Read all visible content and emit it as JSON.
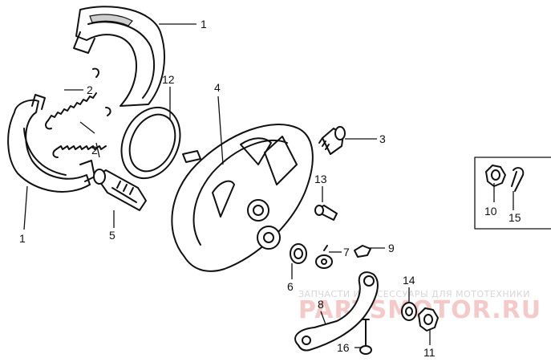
{
  "callouts": {
    "n1a": "1",
    "n1b": "1",
    "n2a": "2",
    "n2b": "2",
    "n3": "3",
    "n4": "4",
    "n5": "5",
    "n6": "6",
    "n7": "7",
    "n8": "8",
    "n9": "9",
    "n10": "10",
    "n11": "11",
    "n12": "12",
    "n13": "13",
    "n14": "14",
    "n15": "15",
    "n16": "16"
  },
  "watermark": {
    "tagline": "ЗАПЧАСТИ И АКСЕССУАРЫ ДЛЯ МОТОТЕХНИКИ",
    "brand": "PARTSMOTOR.RU"
  }
}
